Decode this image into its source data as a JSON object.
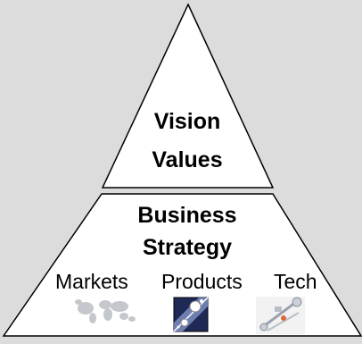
{
  "pyramid": {
    "top_tier": {
      "line1": "Vision",
      "line2": "Values"
    },
    "bottom_tier": {
      "line1": "Business",
      "line2": "Strategy",
      "columns": [
        "Markets",
        "Products",
        "Tech"
      ]
    }
  },
  "icons": {
    "markets": "world-map-icon",
    "products": "product-chart-icon",
    "tech": "tech-component-icon"
  },
  "colors": {
    "background": "#dcdcdc",
    "tier_fill": "#ffffff",
    "outline": "#000000",
    "products_icon_bg": "#1e2a55"
  }
}
